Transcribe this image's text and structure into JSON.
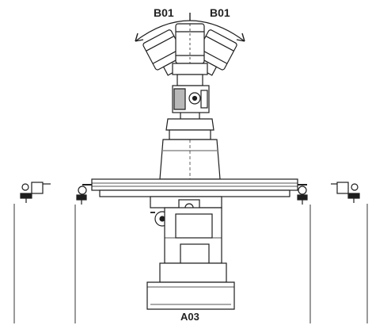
{
  "labels": {
    "rotation_left": "B01",
    "rotation_right": "B01",
    "table_travel": "A03"
  },
  "colors": {
    "line": "#1e1e1e",
    "shade": "#b8b8b8",
    "background": "#ffffff"
  }
}
